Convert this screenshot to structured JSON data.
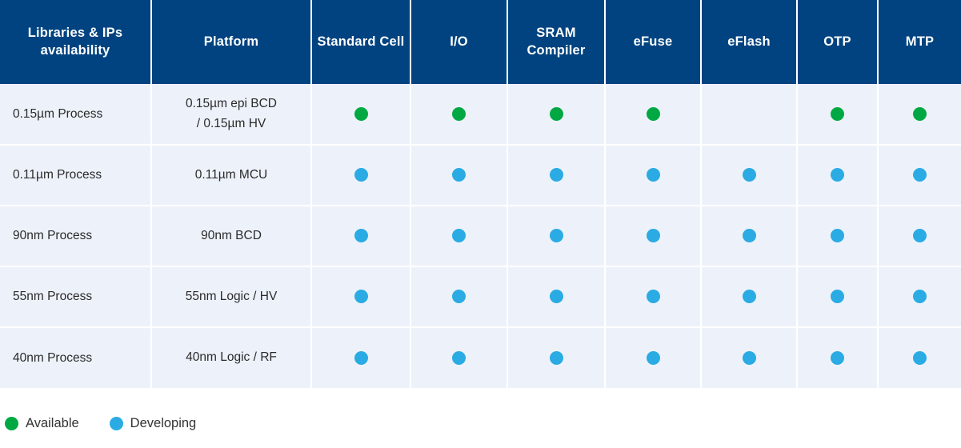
{
  "table": {
    "columns": [
      {
        "label": "Libraries  & IPs availability",
        "key": "process"
      },
      {
        "label": "Platform",
        "key": "platform"
      },
      {
        "label": "Standard Cell",
        "key": "standard_cell"
      },
      {
        "label": "I/O",
        "key": "io"
      },
      {
        "label": "SRAM Compiler",
        "key": "sram_compiler"
      },
      {
        "label": "eFuse",
        "key": "efuse"
      },
      {
        "label": "eFlash",
        "key": "eflash"
      },
      {
        "label": "OTP",
        "key": "otp"
      },
      {
        "label": "MTP",
        "key": "mtp"
      }
    ],
    "rows": [
      {
        "process": "0.15µm Process",
        "platform": "0.15µm epi BCD / 0.15µm HV",
        "platform_line1": "0.15µm epi BCD",
        "platform_line2": "/ 0.15µm HV",
        "status": [
          "available",
          "available",
          "available",
          "available",
          "none",
          "available",
          "available"
        ]
      },
      {
        "process": "0.11µm Process",
        "platform": "0.11µm MCU",
        "platform_line1": "0.11µm MCU",
        "platform_line2": "",
        "status": [
          "developing",
          "developing",
          "developing",
          "developing",
          "developing",
          "developing",
          "developing"
        ]
      },
      {
        "process": "90nm Process",
        "platform": "90nm BCD",
        "platform_line1": "90nm BCD",
        "platform_line2": "",
        "status": [
          "developing",
          "developing",
          "developing",
          "developing",
          "developing",
          "developing",
          "developing"
        ]
      },
      {
        "process": "55nm Process",
        "platform": "55nm Logic / HV",
        "platform_line1": "55nm Logic / HV",
        "platform_line2": "",
        "status": [
          "developing",
          "developing",
          "developing",
          "developing",
          "developing",
          "developing",
          "developing"
        ]
      },
      {
        "process": "40nm Process",
        "platform": "40nm Logic / RF",
        "platform_line1": "40nm Logic / RF",
        "platform_line2": "",
        "status": [
          "developing",
          "developing",
          "developing",
          "developing",
          "developing",
          "developing",
          "developing"
        ]
      }
    ]
  },
  "legend": {
    "items": [
      {
        "label": "Available",
        "status": "available"
      },
      {
        "label": "Developing",
        "status": "developing"
      }
    ]
  },
  "colors": {
    "header_blue": "#004380",
    "cell_background": "#edf2fa",
    "available_green": "#00a843",
    "developing_blue": "#2aabe4",
    "grid_white": "#ffffff"
  }
}
